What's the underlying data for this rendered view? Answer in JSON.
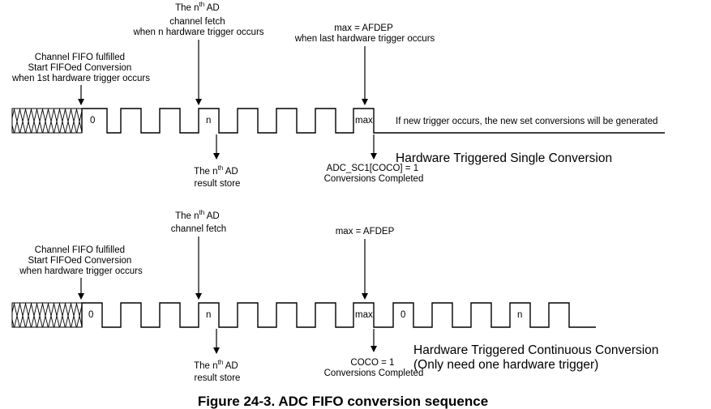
{
  "diagram_title": "Figure 24-3. ADC FIFO conversion sequence",
  "single": {
    "fifo_note": [
      "Channel FIFO fulfilled",
      "Start FIFOed Conversion",
      "when 1st hardware trigger occurs"
    ],
    "nth_fetch": {
      "prefix": "The n",
      "sup": "th",
      "suffix": " AD",
      "line2": "channel fetch",
      "line3": "when n hardware trigger occurs"
    },
    "max_note": [
      "max = AFDEP",
      "when last hardware trigger occurs"
    ],
    "pulse_labels": [
      "0",
      "n",
      "max"
    ],
    "new_trigger_note": "If new trigger occurs, the new set conversions will be generated",
    "nth_store": {
      "prefix": "The n",
      "sup": "th",
      "suffix": " AD",
      "line2": "result store"
    },
    "coco_note": [
      "ADC_SC1[COCO] = 1",
      "Conversions Completed"
    ],
    "mode_title": "Hardware Triggered Single Conversion"
  },
  "continuous": {
    "fifo_note": [
      "Channel FIFO fulfilled",
      "Start FIFOed Conversion",
      "when hardware trigger occurs"
    ],
    "nth_fetch": {
      "prefix": "The n",
      "sup": "th",
      "suffix": " AD",
      "line2": "channel fetch"
    },
    "max_note": "max = AFDEP",
    "pulse_labels": [
      "0",
      "n",
      "max",
      "0",
      "n"
    ],
    "nth_store": {
      "prefix": "The n",
      "sup": "th",
      "suffix": " AD",
      "line2": "result store"
    },
    "coco_note": [
      "COCO = 1",
      "Conversions Completed"
    ],
    "mode_title": [
      "Hardware Triggered Continuous Conversion",
      "(Only need one hardware trigger)"
    ]
  }
}
